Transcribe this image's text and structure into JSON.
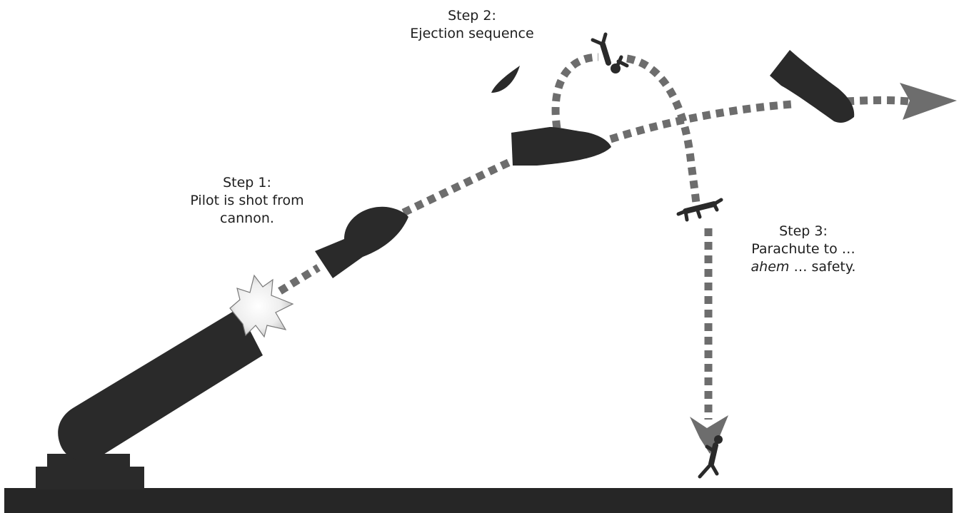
{
  "colors": {
    "background": "#ffffff",
    "dark": "#2a2a2a",
    "path": "#6d6d6d",
    "text": "#1e1e1e"
  },
  "icons": [
    "cannon-icon",
    "blast-icon",
    "plane-icon",
    "canopy-icon",
    "pilot-icon",
    "parachute-icon",
    "arrowhead-icon"
  ],
  "steps": [
    {
      "title": "Step 1:",
      "lines": [
        "Pilot is shot from",
        "cannon."
      ]
    },
    {
      "title": "Step 2:",
      "lines": [
        "Ejection sequence"
      ]
    },
    {
      "title": "Step 3:",
      "lines": [
        "Parachute to …",
        "… safety."
      ],
      "emphasis": "ahem"
    }
  ]
}
